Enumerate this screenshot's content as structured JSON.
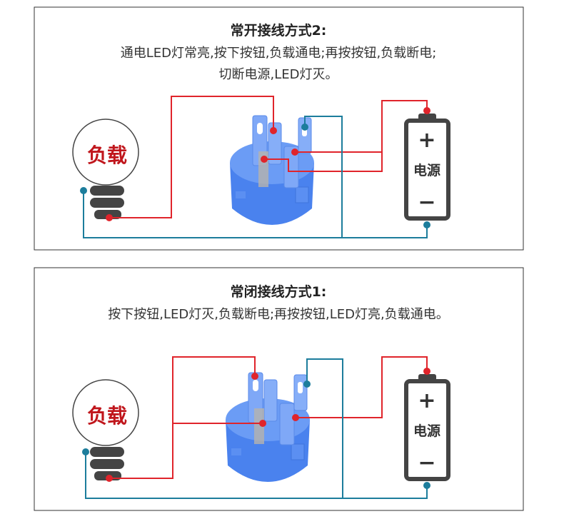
{
  "panels": [
    {
      "title": "常开接线方式2:",
      "lines": [
        "通电LED灯常亮,按下按钮,负载通电;再按按钮,负载断电;",
        "切断电源,LED灯灭。"
      ],
      "load_label": "负载",
      "power_label": "电源",
      "plus": "+",
      "minus": "−"
    },
    {
      "title": "常闭接线方式1:",
      "lines": [
        "按下按钮,LED灯灭,负载断电;再按按钮,LED灯亮,负载通电。"
      ],
      "load_label": "负载",
      "power_label": "电源",
      "plus": "+",
      "minus": "−"
    }
  ],
  "colors": {
    "wire_positive": "#e0242b",
    "wire_negative": "#1c7d9c",
    "switch_body": "#4a82ee"
  }
}
